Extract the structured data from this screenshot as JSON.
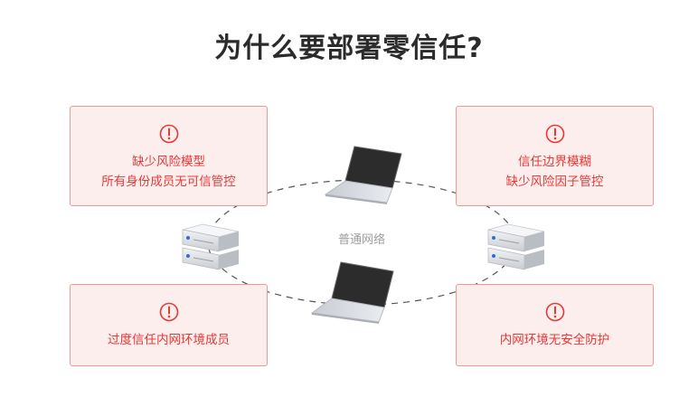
{
  "title": "为什么要部署零信任?",
  "network_label": "普通网络",
  "colors": {
    "accent": "#e53935",
    "card_bg": "#fdeeee",
    "card_border": "#ef9a9a",
    "title": "#2b2b2b",
    "label": "#9e9e9e"
  },
  "cards": {
    "top_left": {
      "icon": "alert-circle-icon",
      "lines": [
        "缺少风险模型",
        "所有身份成员无可信管控"
      ]
    },
    "top_right": {
      "icon": "alert-circle-icon",
      "lines": [
        "信任边界模糊",
        "缺少风险因子管控"
      ]
    },
    "bottom_left": {
      "icon": "alert-circle-icon",
      "lines": [
        "过度信任内网环境成员"
      ]
    },
    "bottom_right": {
      "icon": "alert-circle-icon",
      "lines": [
        "内网环境无安全防护"
      ]
    }
  },
  "nodes": [
    "laptop-icon",
    "laptop-icon",
    "server-icon",
    "server-icon"
  ]
}
